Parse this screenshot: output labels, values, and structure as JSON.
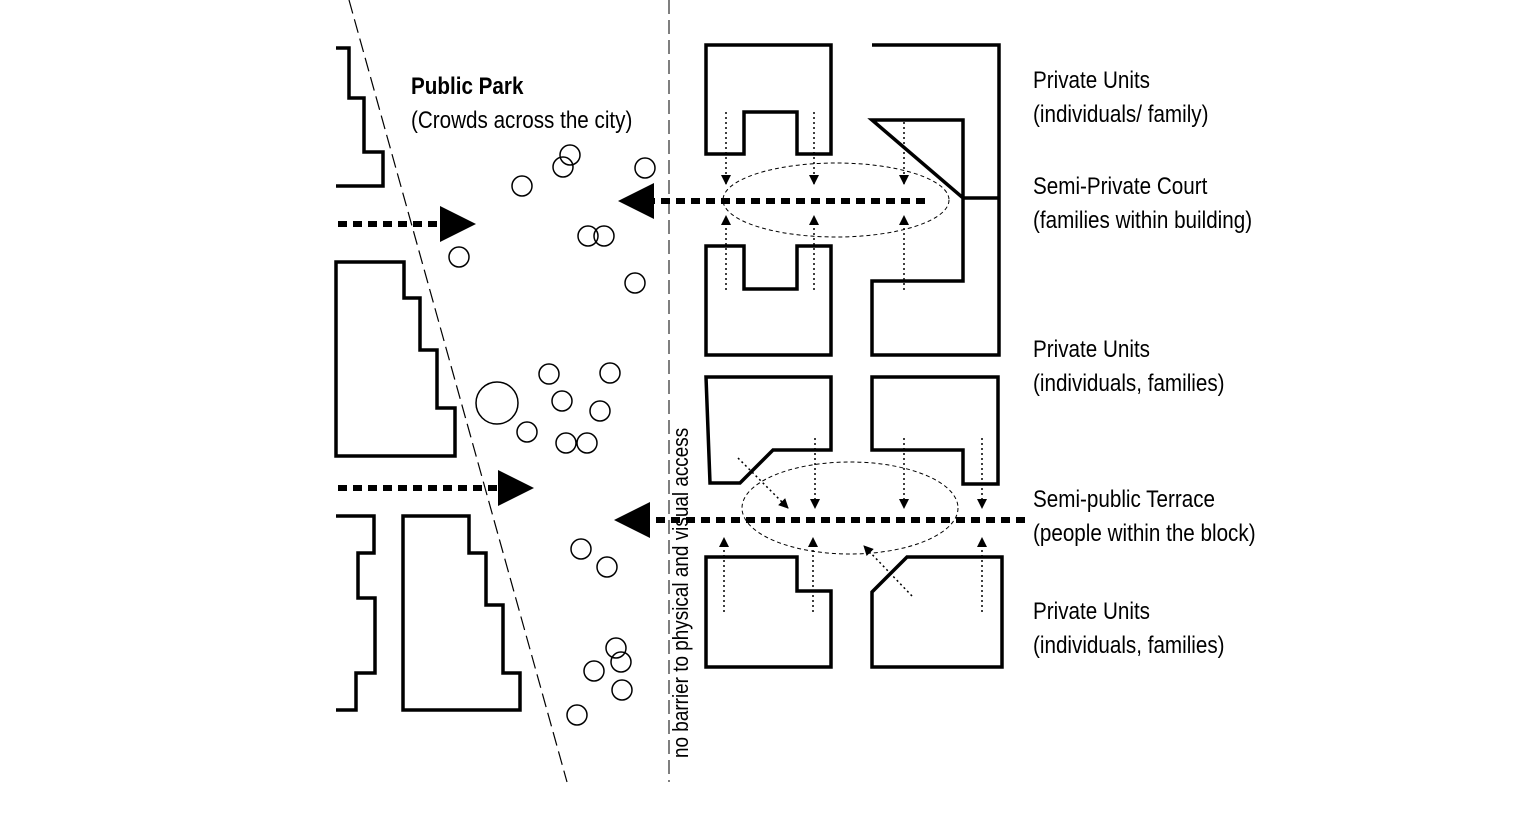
{
  "colors": {
    "ink": "#000000",
    "paper": "#ffffff"
  },
  "park": {
    "title": "Public Park",
    "subtitle": "(Crowds across the city)"
  },
  "vertical_note": "no barrier to physical     and visual access",
  "zones": [
    {
      "title": "Private Units",
      "subtitle": "(individuals/ family)"
    },
    {
      "title": "Semi-Private Court",
      "subtitle": "(families within building)"
    },
    {
      "title": "Private Units",
      "subtitle": "(individuals, families)"
    },
    {
      "title": "Semi-public Terrace",
      "subtitle": "(people within the block)"
    },
    {
      "title": "Private Units",
      "subtitle": "(individuals, families)"
    }
  ]
}
